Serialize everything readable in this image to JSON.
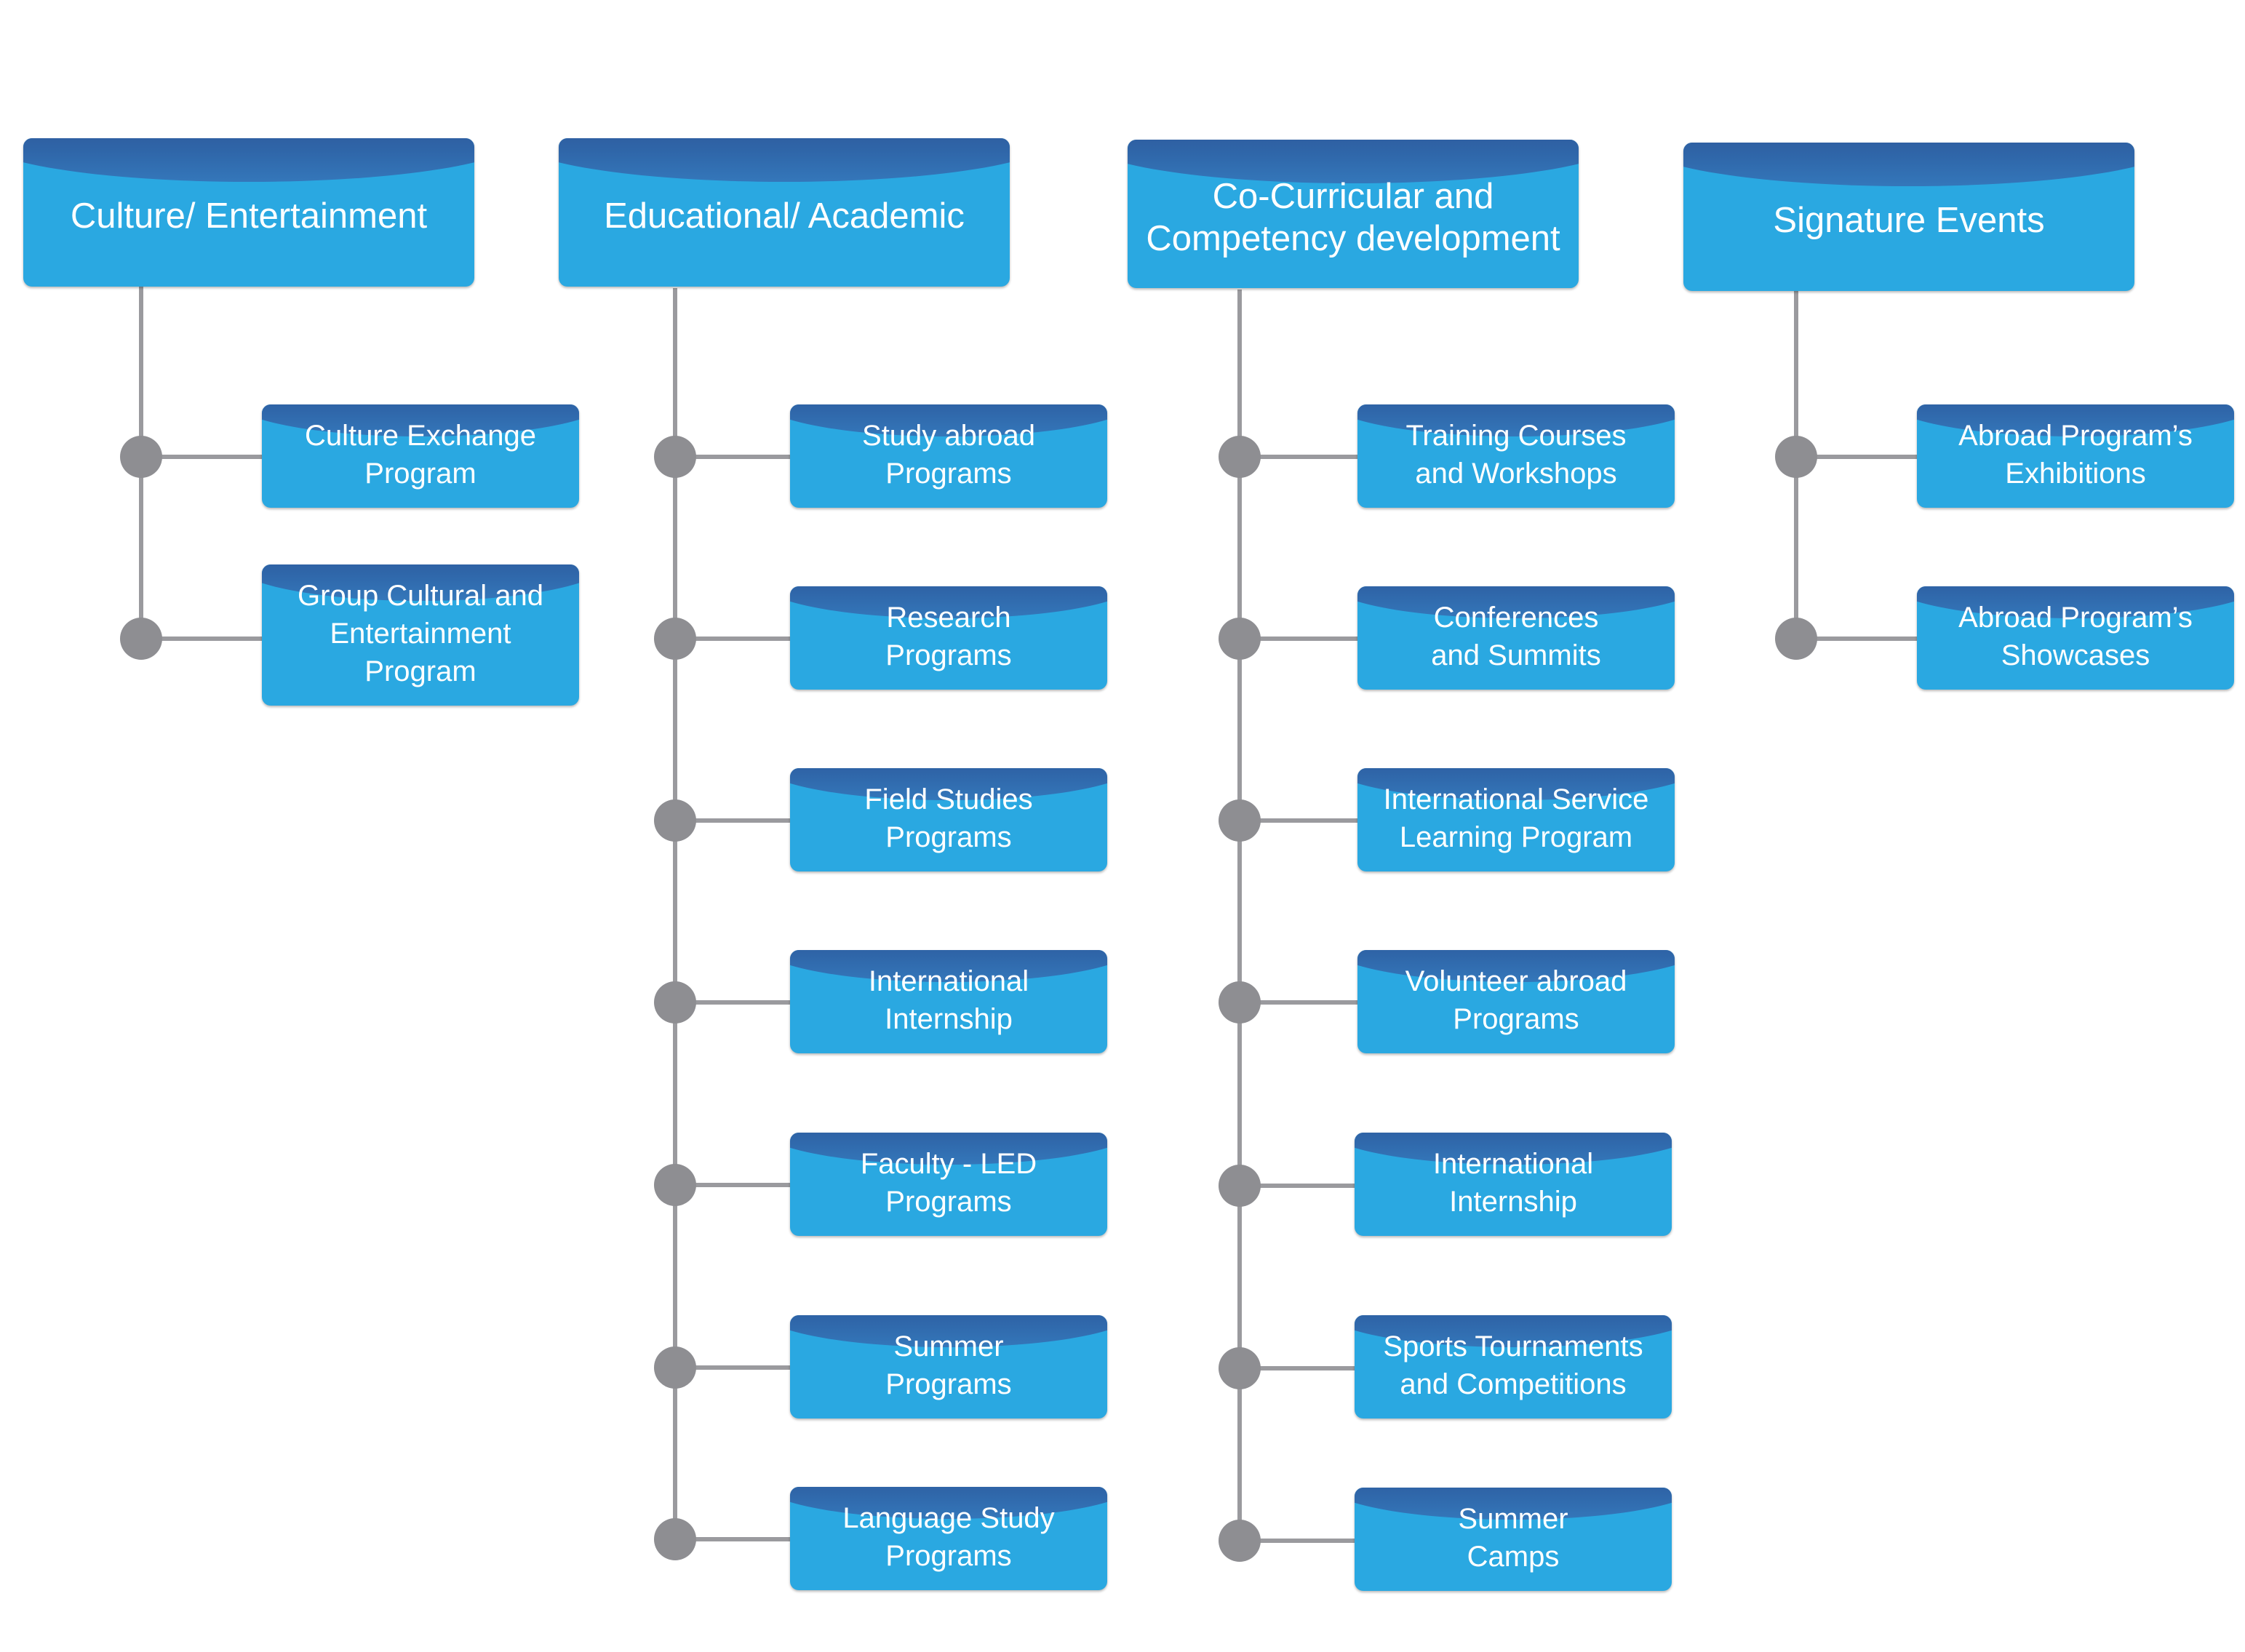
{
  "colors": {
    "box_fill": "#2AA8E1",
    "box_band_top": "#2e4d8f",
    "box_text": "#ffffff",
    "connector": "#9a9a9e",
    "node": "#8e8e92"
  },
  "columns": [
    {
      "header": "Culture/ Entertainment",
      "items": [
        "Culture Exchange\nProgram",
        "Group Cultural and\nEntertainment\nProgram"
      ]
    },
    {
      "header": "Educational/ Academic",
      "items": [
        "Study abroad\nPrograms",
        "Research\nPrograms",
        "Field Studies\nPrograms",
        "International\nInternship",
        "Faculty - LED\nPrograms",
        "Summer\nPrograms",
        "Language Study\nPrograms"
      ]
    },
    {
      "header": "Co-Curricular and\nCompetency development",
      "items": [
        "Training Courses\nand Workshops",
        "Conferences\nand Summits",
        "International Service\nLearning Program",
        "Volunteer abroad\nPrograms",
        "International\nInternship",
        "Sports Tournaments\nand Competitions",
        "Summer\nCamps"
      ]
    },
    {
      "header": "Signature Events",
      "items": [
        "Abroad Program’s\nExhibitions",
        "Abroad Program’s\nShowcases"
      ]
    }
  ]
}
